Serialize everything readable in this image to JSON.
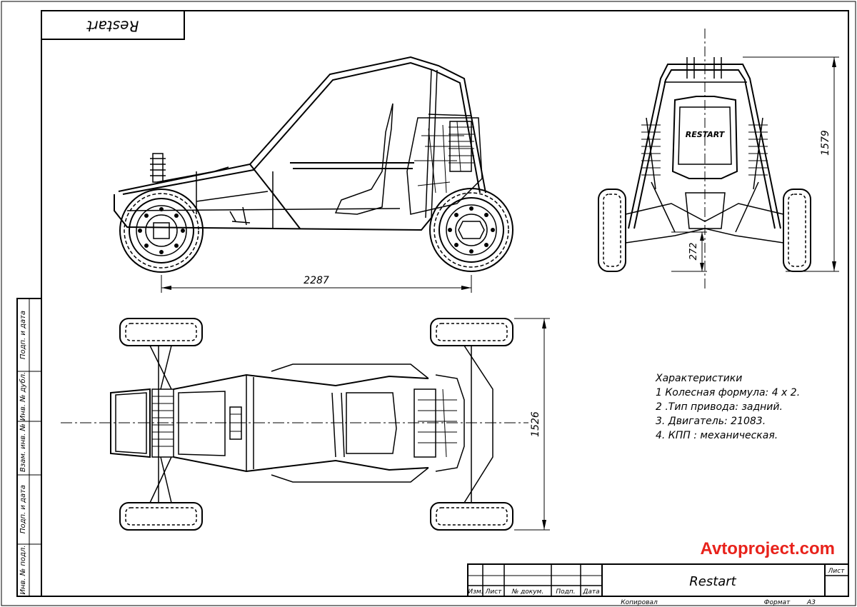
{
  "stamp_top": "Restart",
  "dimensions": {
    "wheelbase": "2287",
    "height": "1579",
    "ground_clearance": "272",
    "track": "1526"
  },
  "seat_logo": "RESTART",
  "specs": {
    "heading": "Характеристики",
    "items": [
      "1 Колесная формула: 4 х 2.",
      "2 .Тип привода: задний.",
      "3. Двигатель: 21083.",
      "4. КПП : механическая."
    ]
  },
  "watermark": "Avtoproject.com",
  "title_block": {
    "name": "Restart",
    "sheet_label": "Лист",
    "columns": [
      "Изм.",
      "Лист",
      "№ докум.",
      "Подп.",
      "Дата"
    ],
    "copied_label": "Копировал",
    "format_label": "Формат",
    "format_value": "А3"
  },
  "side_strip": [
    "Подп. и дата",
    "Инв. № дубл.",
    "Взам. инв. №",
    "Подп. и дата",
    "Инв. № подл."
  ]
}
